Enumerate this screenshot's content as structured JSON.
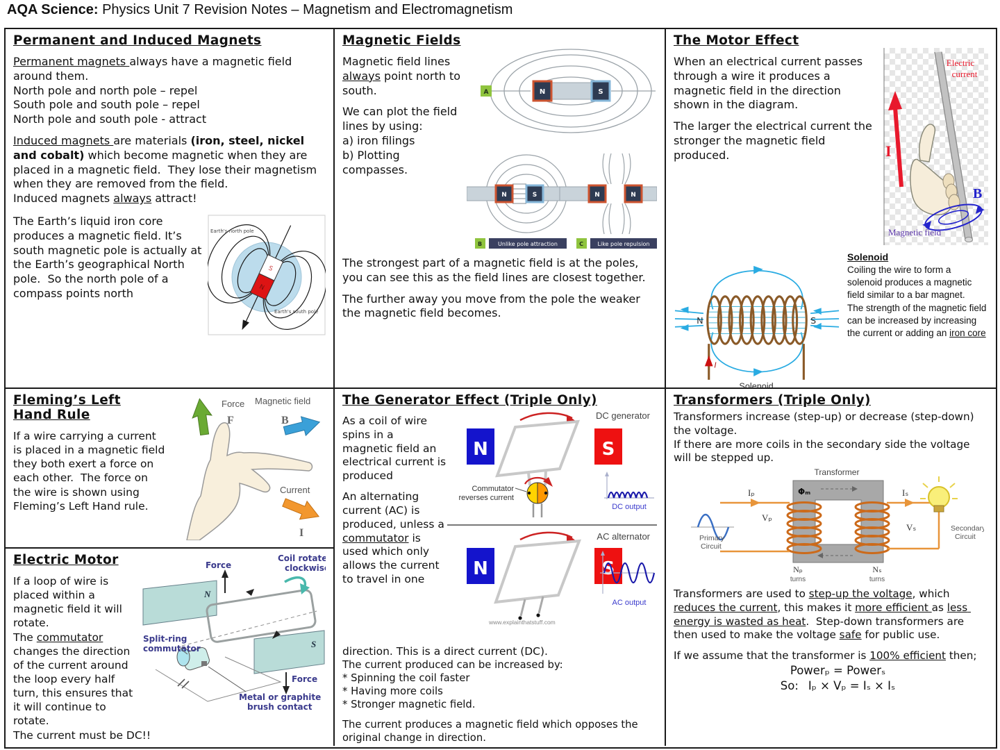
{
  "header": {
    "brand": "AQA Science:",
    "title": " Physics Unit 7 Revision Notes – Magnetism and Electromagnetism"
  },
  "permanent": {
    "heading": "Permanent and Induced Magnets",
    "p1_u": "Permanent magnets ",
    "p1": "always have a magnetic field around them.",
    "rules": [
      "North pole and north pole – repel",
      "South pole and south pole – repel",
      "North pole and south pole - attract"
    ],
    "p2_u": "Induced magnets ",
    "p2a": "are materials ",
    "p2_b": "(iron, steel, nickel and cobalt)",
    "p2b": " which become magnetic when they are placed in a magnetic field.  They lose their magnetism when they are removed from the field.",
    "p3a": "Induced magnets ",
    "p3_u": "always",
    "p3b": " attract!",
    "earth_text": "The Earth’s liquid iron core produces a magnetic field. It’s south magnetic pole is actually at the Earth’s geographical North pole.  So the north pole of a compass points north",
    "earth": {
      "north": "Earth's north pole",
      "south": "Earth's south pole",
      "pole_top": "S",
      "pole_bottom": "N"
    }
  },
  "fields": {
    "heading": "Magnetic Fields",
    "p1a": "Magnetic field lines ",
    "p1_u": "always",
    "p1b": " point north to south.",
    "p2": "We can plot the field lines by using:",
    "p2a": "a) iron filings",
    "p2b": "b) Plotting compasses.",
    "p3": "The strongest part of a magnetic field is at the poles, you can see this as the field lines are closest together.",
    "p4": "The further away you move from the pole the weaker the magnetic field becomes.",
    "diag": {
      "a": "A",
      "b": "B",
      "c": "C",
      "n": "N",
      "s": "S",
      "caption_b": "Unlike pole attraction",
      "caption_c": "Like pole repulsion"
    }
  },
  "motor_effect": {
    "heading": "The Motor Effect",
    "p1": "When an electrical current passes through a wire it produces a magnetic field in the direction shown in the diagram.",
    "p2": "The larger the electrical current the stronger the magnetic field produced.",
    "diag": {
      "electric_current1": "Electric",
      "electric_current2": "current",
      "i": "I",
      "b": "B",
      "magnetic_field": "Magnetic field"
    },
    "solenoid": {
      "n": "N",
      "s": "S",
      "i": "I",
      "caption": "Solenoid",
      "heading": "Solenoid",
      "t1": "Coiling the wire to form a solenoid produces a magnetic field similar to a bar magnet.",
      "t2": "The strength of the magnetic field can be increased by increasing the current or adding an ",
      "t2_u": "iron core"
    }
  },
  "fleming": {
    "heading": "Fleming’s Left Hand Rule",
    "body": "If a wire carrying a current is placed in a magnetic field they both exert a force on each other.  The force on the wire is shown using Fleming’s Left Hand rule.",
    "diag": {
      "force": "Force",
      "f": "F",
      "magnetic_field": "Magnetic field",
      "b": "B",
      "current": "Current",
      "i": "I"
    }
  },
  "electric_motor": {
    "heading": "Electric Motor",
    "p1": "If a loop of wire is placed within a magnetic field it will rotate.",
    "p2a": "The ",
    "p2_u": "commutator",
    "p2b": " changes the direction of the current around the loop every half turn, this ensures that it will continue to rotate.",
    "p3": "The current must be DC!!",
    "diag": {
      "coil_rotates1": "Coil rotates",
      "coil_rotates2": "clockwise",
      "force_top": "Force",
      "force_bottom": "Force",
      "split1": "Split-ring",
      "split2": "commutator",
      "brush1": "Metal or graphite",
      "brush2": "brush contact",
      "n": "N",
      "s": "S"
    }
  },
  "generator": {
    "heading": "The Generator Effect (Triple Only)",
    "p1": "As a coil of wire spins in a magnetic field an electrical current is produced",
    "p2a": "An alternating current (AC) is produced, unless a ",
    "p2_u": "commutator",
    "p2b": " is used which only allows the current to travel in one",
    "p2c": "direction. This is a direct current (DC).",
    "p3": "The current produced can be increased by:",
    "bullets": [
      "* Spinning the coil faster",
      "* Having more coils",
      "* Stronger magnetic field."
    ],
    "p4": "The current produces a magnetic field which opposes the original change in direction.",
    "dc": {
      "title": "DC generator",
      "n": "N",
      "s": "S",
      "commutator1": "Commutator",
      "commutator2": "reverses current",
      "output": "DC output"
    },
    "ac": {
      "title": "AC alternator",
      "n": "N",
      "s": "S",
      "output": "AC output",
      "watermark": "www.explainthatstuff.com"
    }
  },
  "transformers": {
    "heading": "Transformers (Triple Only)",
    "p1": "Transformers increase (step-up) or decrease (step-down) the voltage.",
    "p2": "If there are more coils in the secondary side the voltage will be stepped up.",
    "p3a": "Transformers are used to ",
    "p3_u1": "step-up the voltage",
    "p3b": ", which ",
    "p3_u2": "reduces the current",
    "p3c": ", this makes it ",
    "p3_u3": "more efficient ",
    "p3d": "as ",
    "p3_u4": "less energy is wasted as heat",
    "p3e": ".  Step-down transformers are then used to make the voltage ",
    "p3_u5": "safe",
    "p3f": " for public use.",
    "p4a": "If we assume that the transformer is ",
    "p4_u": "100% efficient",
    "p4b": " then;",
    "f1": "Powerₚ = Powerₛ",
    "f2_label": "So:",
    "f2": "Iₚ × Vₚ = Iₛ × Iₛ",
    "diag": {
      "title": "Transformer",
      "flux": "Φₘ",
      "ip": "Iₚ",
      "vp": "Vₚ",
      "is": "Iₛ",
      "vs": "Vₛ",
      "np": "Nₚ",
      "ns": "Nₛ",
      "turns_p": "turns",
      "turns_s": "turns",
      "primary1": "Primary",
      "primary2": "Circuit",
      "secondary1": "Secondary",
      "secondary2": "Circuit"
    }
  }
}
